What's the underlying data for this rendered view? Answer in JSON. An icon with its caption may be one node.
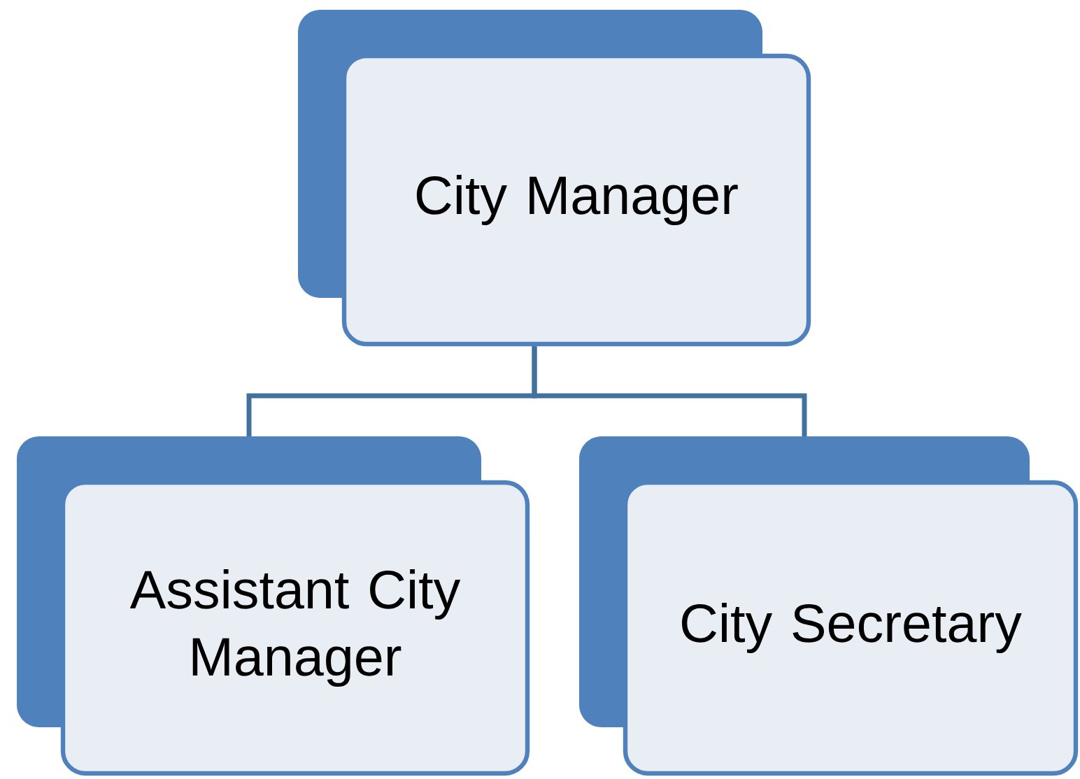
{
  "diagram": {
    "nodes": [
      {
        "text": [
          "City Manager"
        ]
      },
      {
        "text": [
          "Assistant City Manager"
        ]
      },
      {
        "text": [
          "City Secretary"
        ]
      }
    ],
    "edges": [
      {
        "from": 0,
        "to": 1,
        "arrow": "none"
      },
      {
        "from": 0,
        "to": 2,
        "arrow": "none"
      }
    ]
  }
}
